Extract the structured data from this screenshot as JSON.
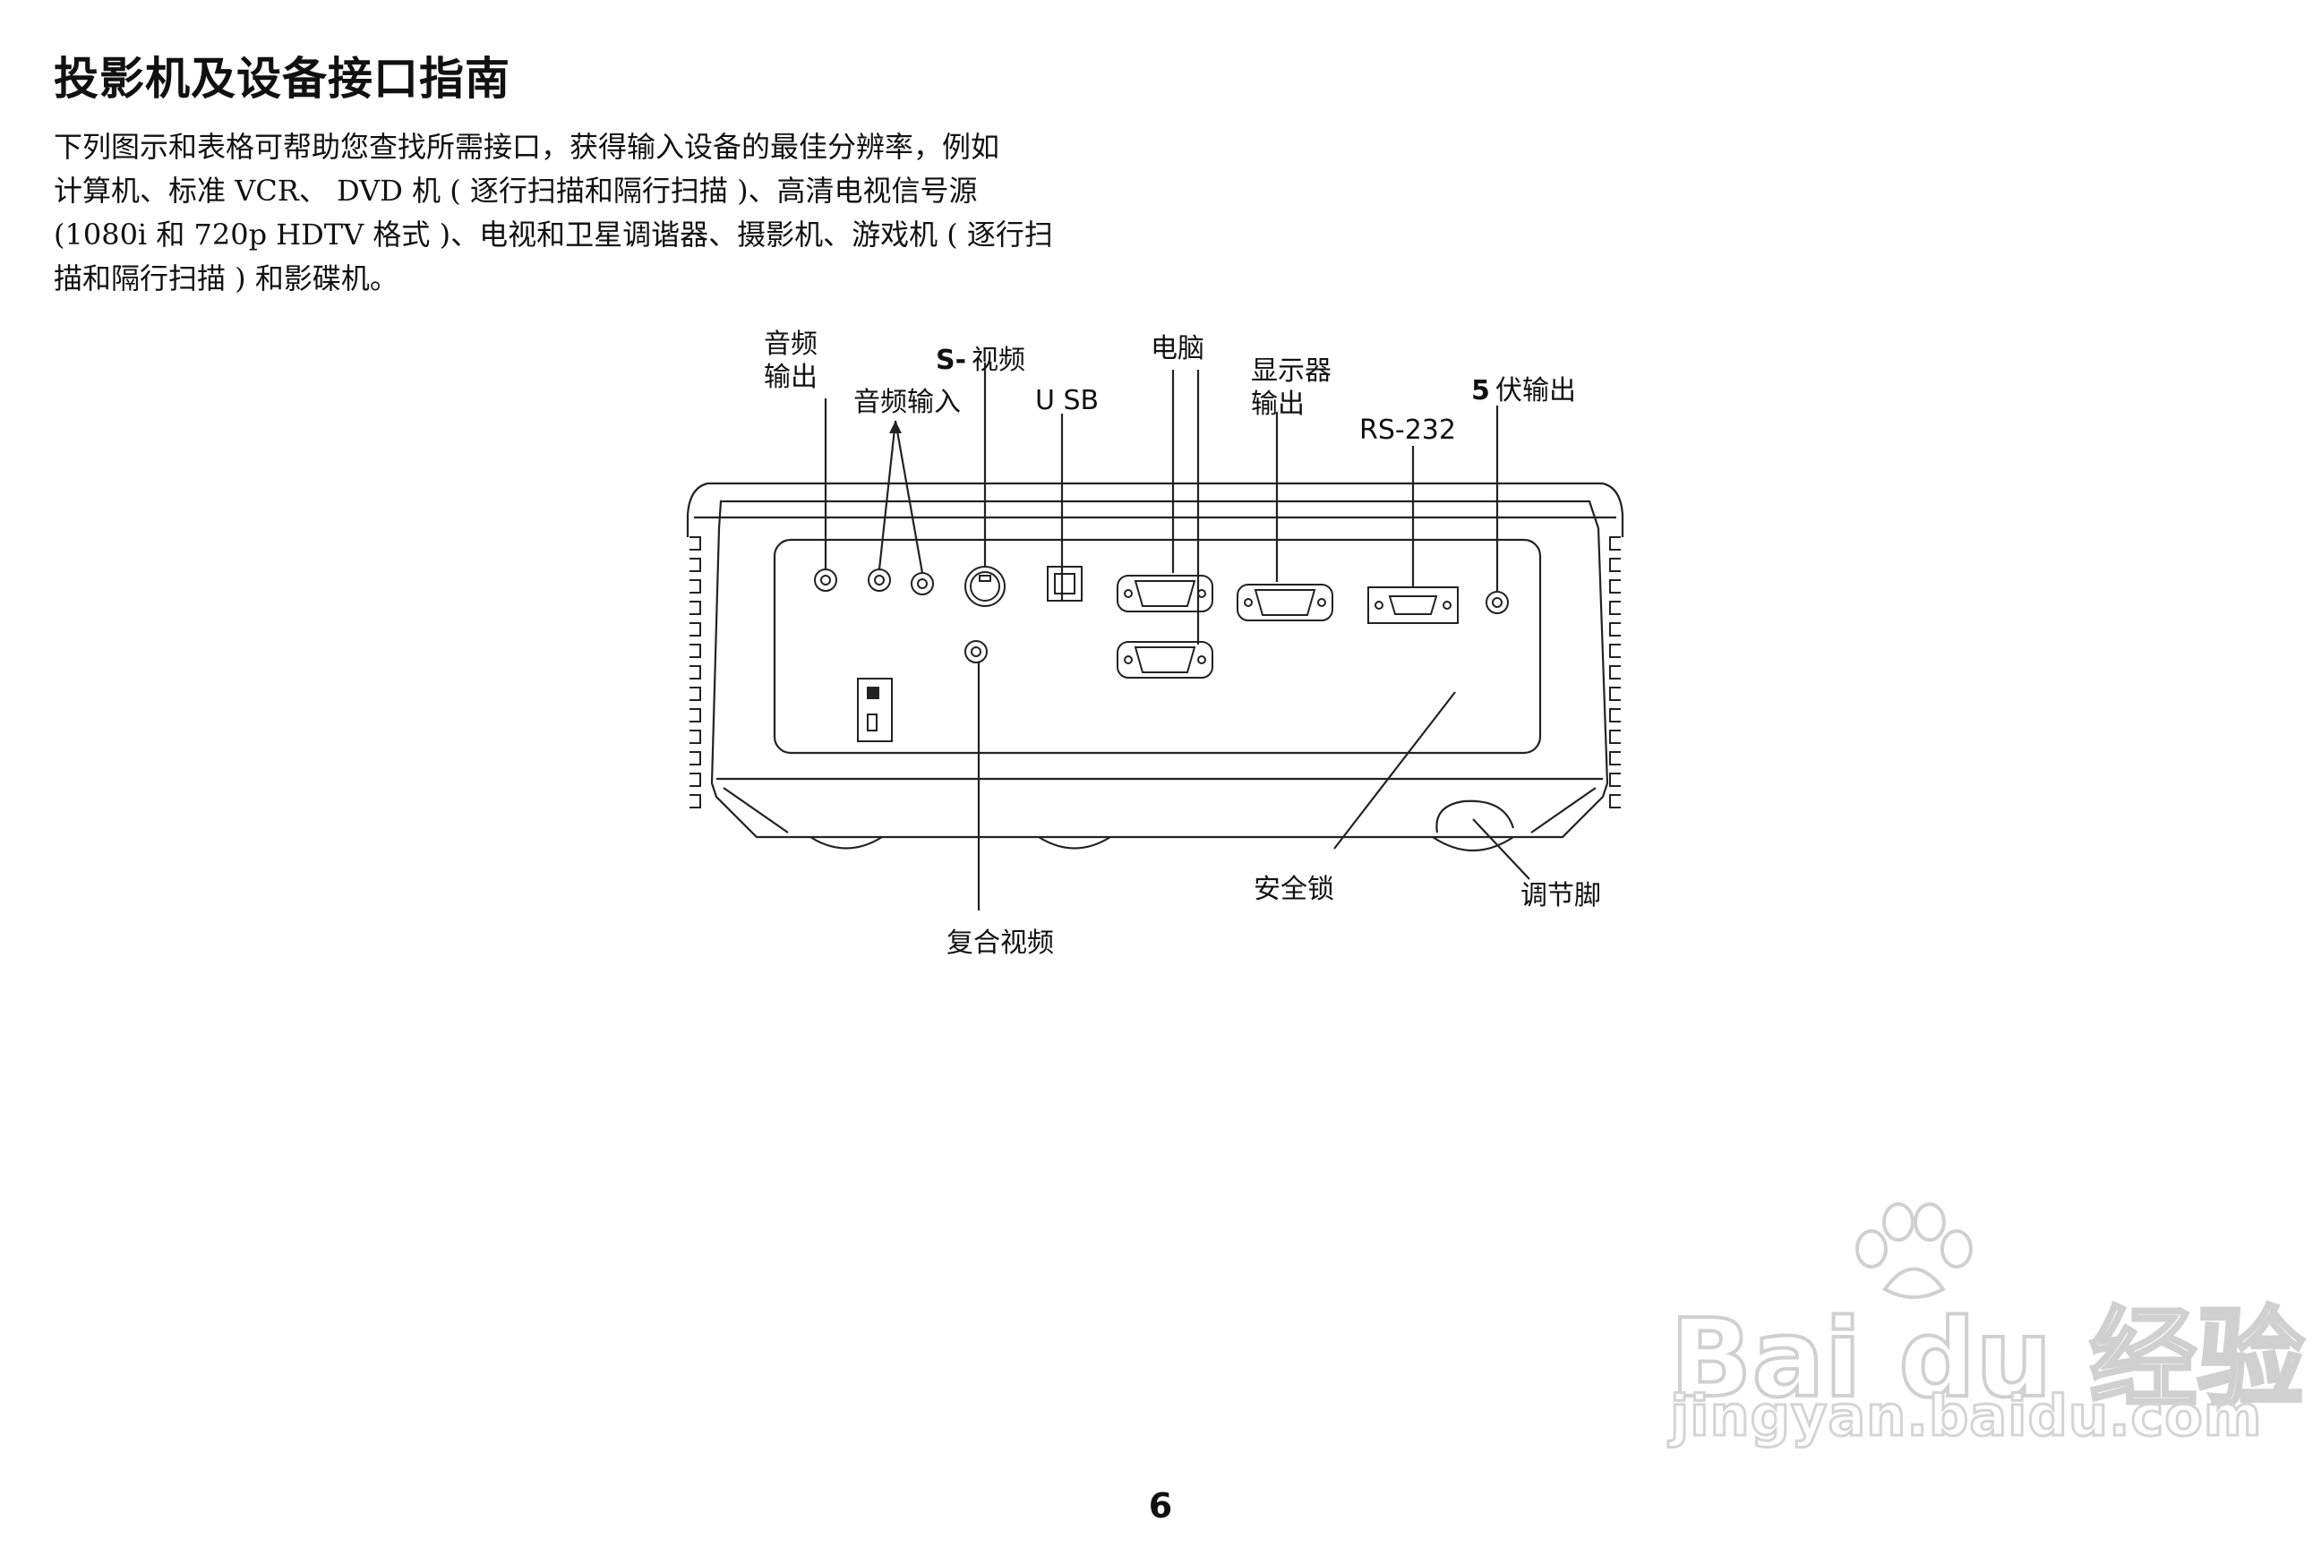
{
  "document": {
    "title": "投影机及设备接口指南",
    "intro_lines": [
      "下列图示和表格可帮助您查找所需接口，获得输入设备的最佳分辨率，例如",
      "计算机、标准 VCR、 DVD 机 ( 逐行扫描和隔行扫描 )、高清电视信号源",
      "(1080i 和 720p HDTV 格式 )、电视和卫星调谐器、摄影机、游戏机 ( 逐行扫",
      "描和隔行扫描 ) 和影碟机。"
    ],
    "page_number": "6"
  },
  "diagram": {
    "labels": {
      "audio_out_1": "音频",
      "audio_out_2": "输出",
      "audio_in": "音频输入",
      "s_prefix": "S-",
      "s_video": "视频",
      "usb": "U SB",
      "computer": "电脑",
      "monitor_out_1": "显示器",
      "monitor_out_2": "输出",
      "rs232": "RS-232",
      "v5_prefix": "5",
      "v5_out": "伏输出",
      "security_lock": "安全锁",
      "adjust_foot": "调节脚",
      "composite_video": "复合视频"
    }
  },
  "watermark": {
    "logo": "Bai du 经验",
    "url": "jingyan.baidu.com",
    "icon": "paw-icon"
  }
}
